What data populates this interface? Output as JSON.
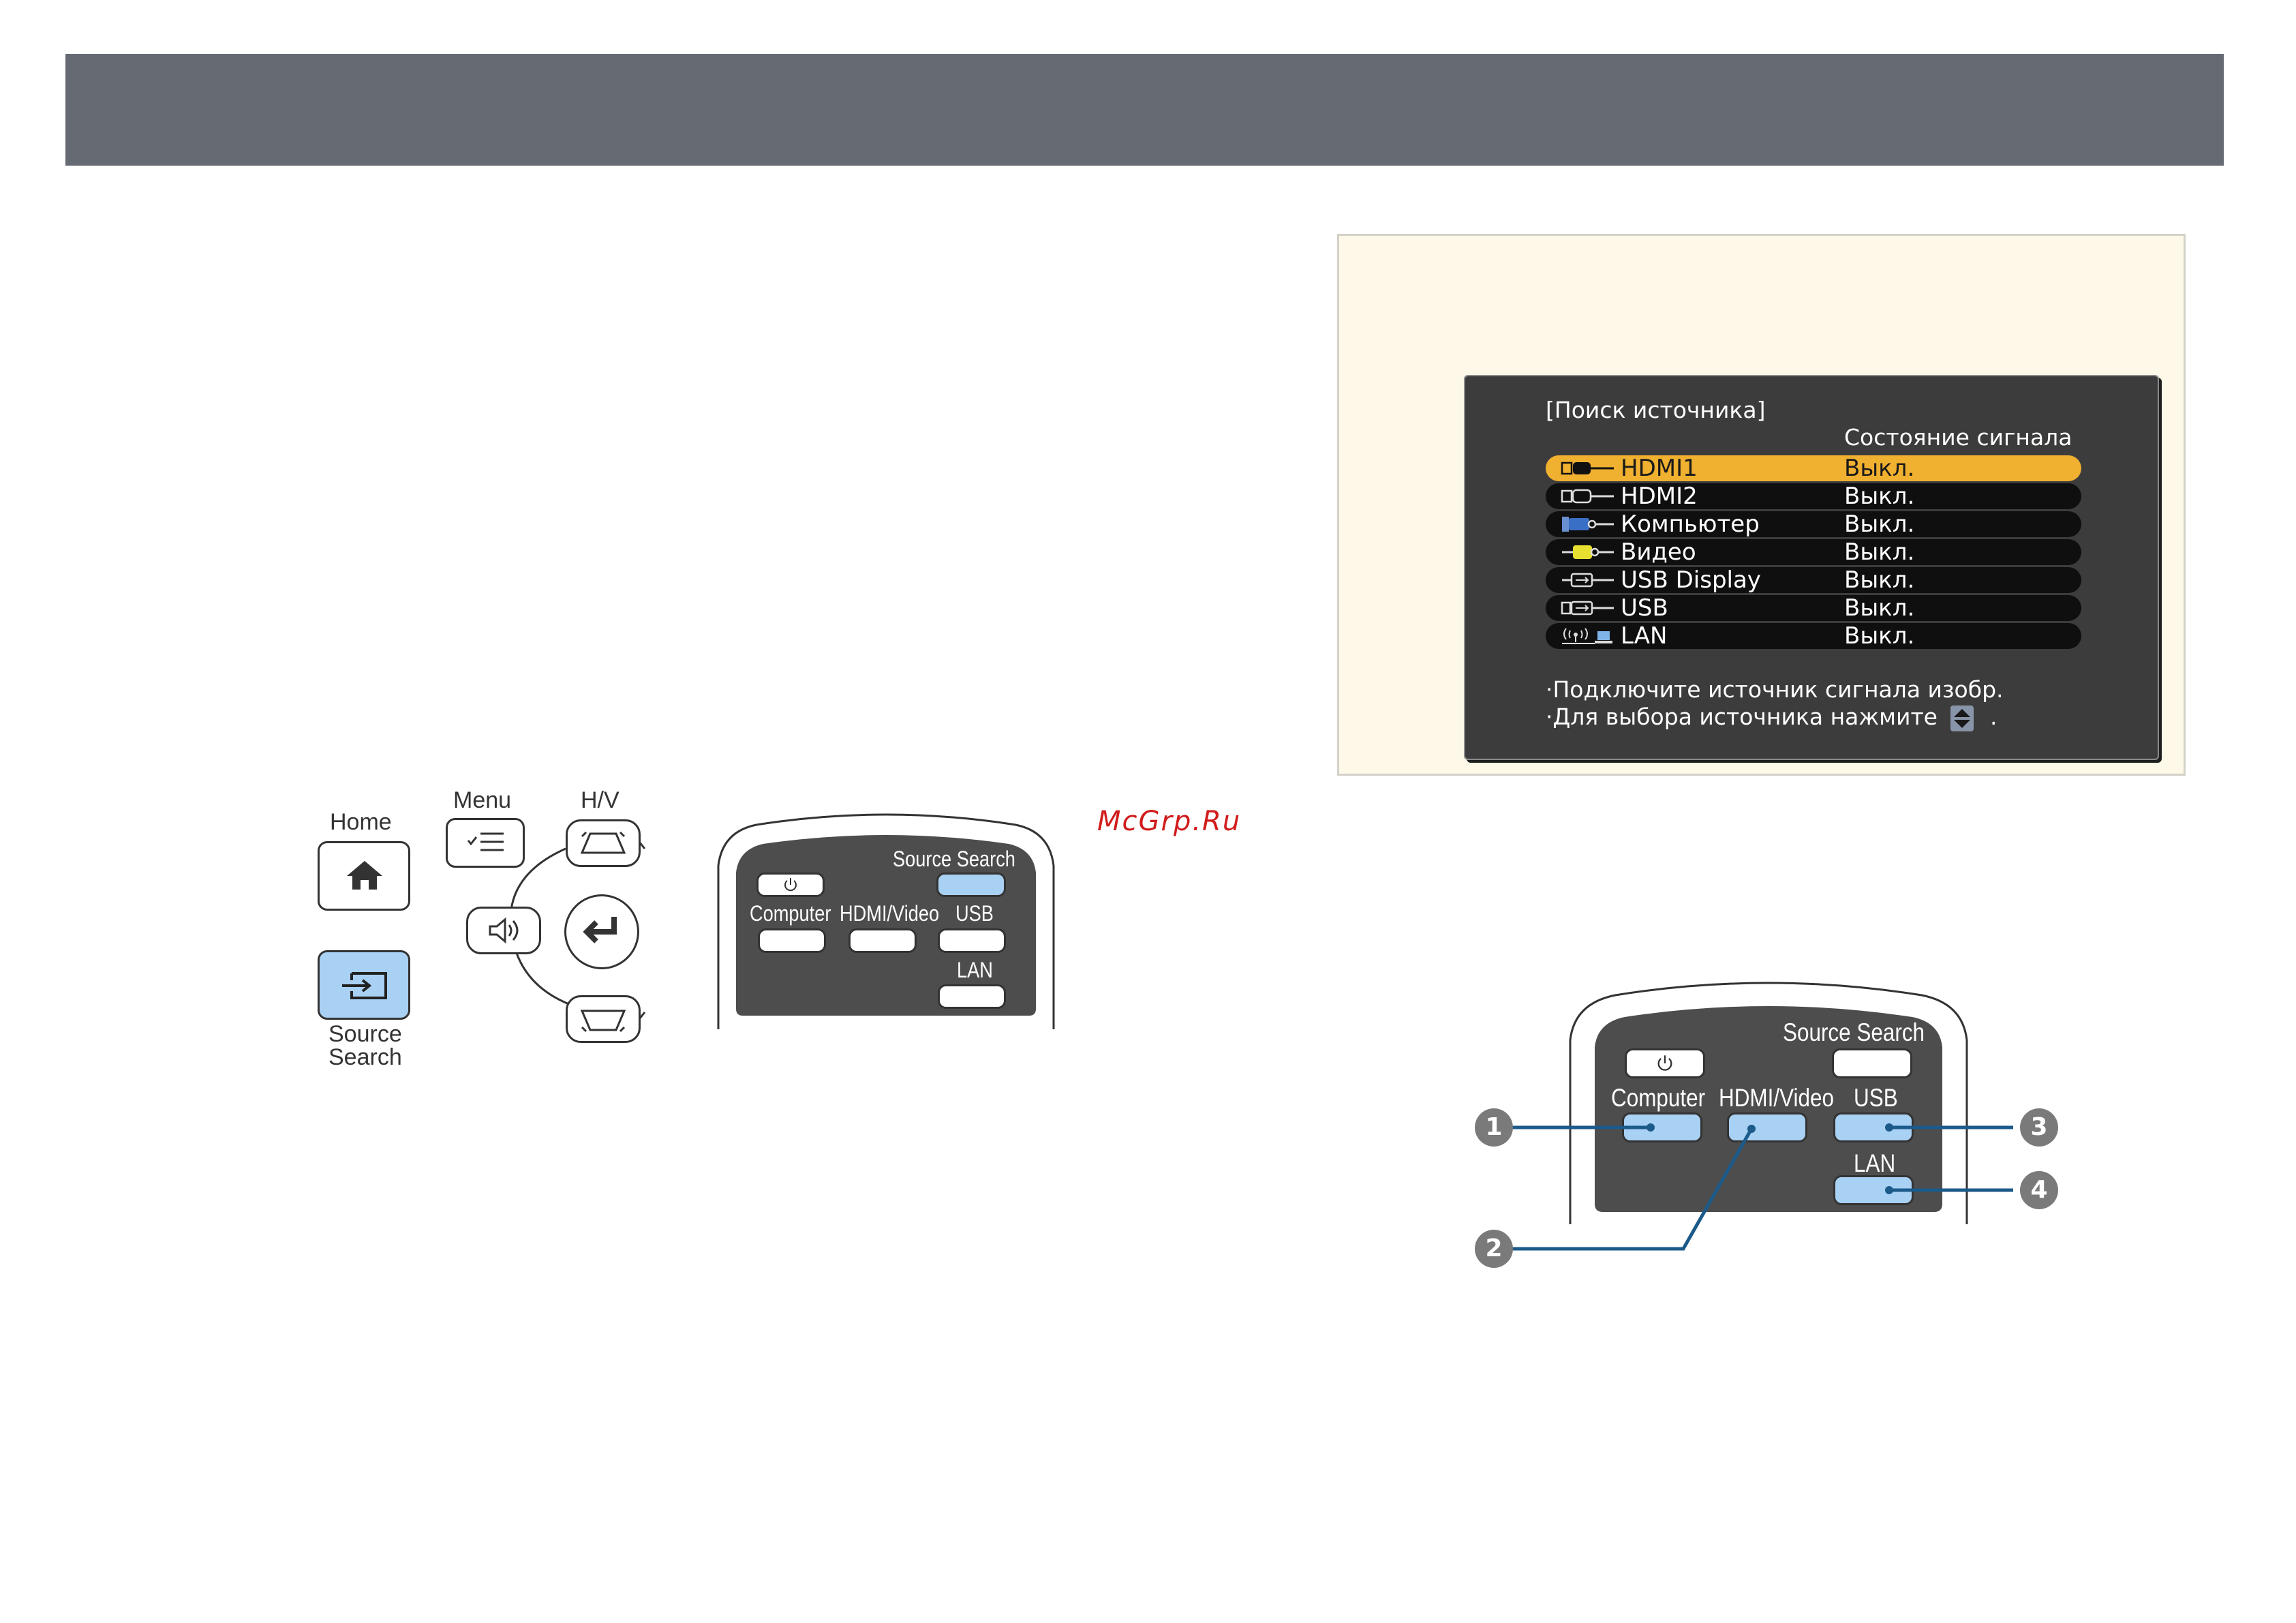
{
  "watermark": "McGrp.Ru",
  "osd": {
    "title": "[Поиск источника]",
    "status_header": "Состояние сигнала",
    "rows": [
      {
        "label": "HDMI1",
        "status": "Выкл.",
        "selected": true,
        "icon": "hdmi-icon"
      },
      {
        "label": "HDMI2",
        "status": "Выкл.",
        "selected": false,
        "icon": "hdmi-icon"
      },
      {
        "label": "Компьютер",
        "status": "Выкл.",
        "selected": false,
        "icon": "computer-port-icon"
      },
      {
        "label": "Видео",
        "status": "Выкл.",
        "selected": false,
        "icon": "video-port-icon"
      },
      {
        "label": "USB Display",
        "status": "Выкл.",
        "selected": false,
        "icon": "usb-icon"
      },
      {
        "label": "USB",
        "status": "Выкл.",
        "selected": false,
        "icon": "usb-icon"
      },
      {
        "label": "LAN",
        "status": "Выкл.",
        "selected": false,
        "icon": "wireless-lan-icon"
      }
    ],
    "hint1": "·Подключите источник сигнала изобр.",
    "hint2_a": "·Для выбора источника нажмите",
    "hint2_b": "."
  },
  "control_panel": {
    "home": "Home",
    "menu": "Menu",
    "hv": "H/V",
    "source_search_1": "Source",
    "source_search_2": "Search"
  },
  "remote_small": {
    "source_search": "Source Search",
    "computer": "Computer",
    "hdmi_video": "HDMI/Video",
    "usb": "USB",
    "lan": "LAN"
  },
  "remote_large": {
    "source_search": "Source Search",
    "computer": "Computer",
    "hdmi_video": "HDMI/Video",
    "usb": "USB",
    "lan": "LAN",
    "callouts": [
      "1",
      "2",
      "3",
      "4"
    ]
  },
  "colors": {
    "header_bar": "#666a73",
    "highlight_button": "#a9d1f4",
    "osd_selected": "#f0b030",
    "callout_line": "#1c5a8a",
    "watermark": "#d11c1c"
  }
}
